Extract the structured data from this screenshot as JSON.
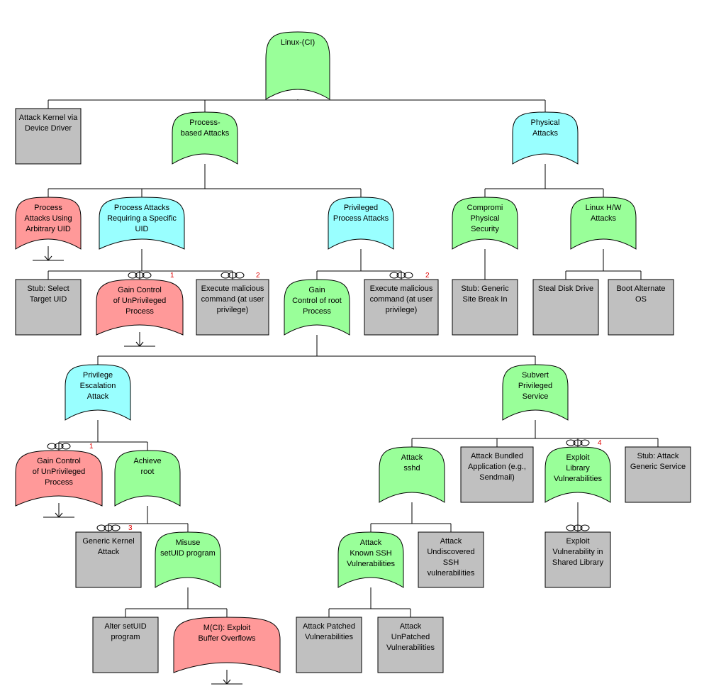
{
  "colors": {
    "green": "#99ff99",
    "blue": "#99ffff",
    "red": "#ff9999",
    "gray": "#c0c0c0"
  },
  "nodes": {
    "root": {
      "lines": [
        "Linux-(CI)"
      ],
      "color": "green"
    },
    "kernel_driver": {
      "lines": [
        "Attack Kernel via",
        "Device Driver"
      ],
      "color": "gray"
    },
    "process_attacks": {
      "lines": [
        "Process-",
        "based Attacks"
      ],
      "color": "green"
    },
    "physical": {
      "lines": [
        "Physical",
        "Attacks"
      ],
      "color": "blue"
    },
    "arbitrary_uid": {
      "lines": [
        "Process",
        "Attacks Using",
        "Arbitrary UID"
      ],
      "color": "red"
    },
    "specific_uid": {
      "lines": [
        "Process Attacks",
        "Requiring a Specific",
        "UID"
      ],
      "color": "blue"
    },
    "privileged_proc": {
      "lines": [
        "Privileged",
        "Process Attacks"
      ],
      "color": "blue"
    },
    "compromise_phys": {
      "lines": [
        "Compromi",
        "Physical",
        "Security"
      ],
      "color": "green"
    },
    "linux_hw": {
      "lines": [
        "Linux H/W",
        "Attacks"
      ],
      "color": "green"
    },
    "stub_select_uid": {
      "lines": [
        "Stub: Select",
        "Target UID"
      ],
      "color": "gray"
    },
    "gain_unpriv_1": {
      "lines": [
        "Gain Control",
        "of UnPrivileged",
        "Process"
      ],
      "color": "red",
      "ref": "1"
    },
    "exec_malicious_1": {
      "lines": [
        "Execute malicious",
        "command (at user",
        "privilege)"
      ],
      "color": "gray",
      "ref": "2"
    },
    "gain_root": {
      "lines": [
        "Gain",
        "Control of root",
        "Process"
      ],
      "color": "green"
    },
    "exec_malicious_2": {
      "lines": [
        "Execute malicious",
        "command (at user",
        "privilege)"
      ],
      "color": "gray",
      "ref": "2"
    },
    "site_break": {
      "lines": [
        "Stub: Generic",
        "Site Break In"
      ],
      "color": "gray"
    },
    "steal_disk": {
      "lines": [
        "Steal Disk Drive"
      ],
      "color": "gray"
    },
    "boot_alt": {
      "lines": [
        "Boot Alternate",
        "OS"
      ],
      "color": "gray"
    },
    "priv_escalation": {
      "lines": [
        "Privilege",
        "Escalation",
        "Attack"
      ],
      "color": "blue"
    },
    "subvert_service": {
      "lines": [
        "Subvert",
        "Privileged",
        "Service"
      ],
      "color": "green"
    },
    "gain_unpriv_2": {
      "lines": [
        "Gain Control",
        "of UnPrivileged",
        "Process"
      ],
      "color": "red",
      "ref": "1"
    },
    "achieve_root": {
      "lines": [
        "Achieve",
        "root"
      ],
      "color": "green"
    },
    "attack_sshd": {
      "lines": [
        "Attack",
        "sshd"
      ],
      "color": "green"
    },
    "bundled_app": {
      "lines": [
        "Attack Bundled",
        "Application (e.g.,",
        "Sendmail)"
      ],
      "color": "gray"
    },
    "exploit_lib": {
      "lines": [
        "Exploit",
        "Library",
        "Vulnerabilities"
      ],
      "color": "green",
      "ref": "4"
    },
    "stub_generic_service": {
      "lines": [
        "Stub: Attack",
        "Generic Service"
      ],
      "color": "gray"
    },
    "generic_kernel": {
      "lines": [
        "Generic Kernel",
        "Attack"
      ],
      "color": "gray",
      "ref": "3"
    },
    "misuse_setuid": {
      "lines": [
        "Misuse",
        "setUID program"
      ],
      "color": "green"
    },
    "known_ssh": {
      "lines": [
        "Attack",
        "Known SSH",
        "Vulnerabilities"
      ],
      "color": "green"
    },
    "undiscovered_ssh": {
      "lines": [
        "Attack",
        "Undiscovered",
        "SSH",
        "vulnerabilities"
      ],
      "color": "gray"
    },
    "exploit_shared": {
      "lines": [
        "Exploit",
        "Vulnerability in",
        "Shared Library"
      ],
      "color": "gray"
    },
    "alter_setuid": {
      "lines": [
        "Alter setUID",
        "program"
      ],
      "color": "gray"
    },
    "buffer_overflow": {
      "lines": [
        "M(CI): Exploit",
        "Buffer Overflows"
      ],
      "color": "red"
    },
    "patched": {
      "lines": [
        "Attack Patched",
        "Vulnerabilities"
      ],
      "color": "gray"
    },
    "unpatched": {
      "lines": [
        "Attack",
        "UnPatched",
        "Vulnerabilities"
      ],
      "color": "gray"
    }
  },
  "tree": [
    [
      "root",
      [
        "kernel_driver",
        "process_attacks",
        "physical"
      ]
    ],
    [
      "process_attacks",
      [
        "arbitrary_uid",
        "specific_uid",
        "privileged_proc"
      ]
    ],
    [
      "physical",
      [
        "compromise_phys",
        "linux_hw"
      ]
    ],
    [
      "specific_uid",
      [
        "stub_select_uid",
        "gain_unpriv_1",
        "exec_malicious_1"
      ]
    ],
    [
      "privileged_proc",
      [
        "gain_root",
        "exec_malicious_2"
      ]
    ],
    [
      "compromise_phys",
      [
        "site_break"
      ]
    ],
    [
      "linux_hw",
      [
        "steal_disk",
        "boot_alt"
      ]
    ],
    [
      "gain_root",
      [
        "priv_escalation",
        "subvert_service"
      ]
    ],
    [
      "priv_escalation",
      [
        "gain_unpriv_2",
        "achieve_root"
      ]
    ],
    [
      "achieve_root",
      [
        "generic_kernel",
        "misuse_setuid"
      ]
    ],
    [
      "misuse_setuid",
      [
        "alter_setuid",
        "buffer_overflow"
      ]
    ],
    [
      "subvert_service",
      [
        "attack_sshd",
        "bundled_app",
        "exploit_lib",
        "stub_generic_service"
      ]
    ],
    [
      "attack_sshd",
      [
        "known_ssh",
        "undiscovered_ssh"
      ]
    ],
    [
      "known_ssh",
      [
        "patched",
        "unpatched"
      ]
    ],
    [
      "exploit_lib",
      [
        "exploit_shared"
      ]
    ]
  ],
  "linked": [
    "gain_unpriv_1",
    "exec_malicious_1",
    "exec_malicious_2",
    "gain_unpriv_2",
    "exploit_lib",
    "generic_kernel",
    "exploit_shared"
  ],
  "expandable": [
    "arbitrary_uid",
    "gain_unpriv_1",
    "gain_unpriv_2",
    "buffer_overflow"
  ]
}
